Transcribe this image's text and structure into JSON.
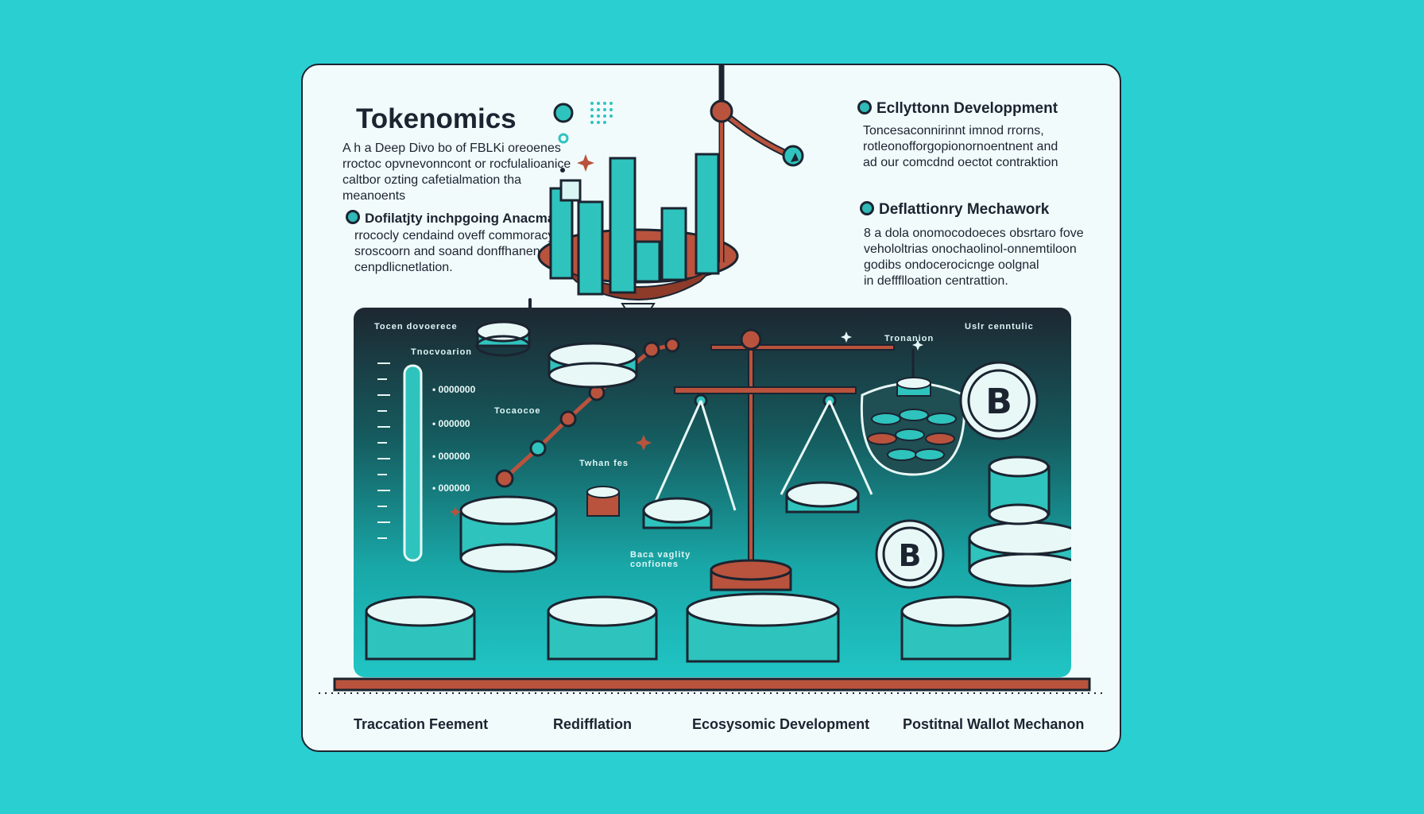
{
  "header": {
    "title": "Tokenomics",
    "intro": "A h a Deep Divo bo of FBLKi oreoenes\nrroctoc opvnevonncont or rocfulalioanice\ncaltbor ozting cafetialmation tha meanoents"
  },
  "left_section": {
    "heading": "Dofilatjty inchpgoing Anacmand",
    "body": "rrococly cendaind oveff commoracy\nsroscoorn and soand donffhanenat and\ncenpdlicnetlation."
  },
  "right_top": {
    "heading": "Ecllyttonn Developpment",
    "body": "Toncesaconnirinnt imnod rrorns,\nrotleonofforgopionornoentnent and\nad our comcdnd oectot contraktion"
  },
  "right_mid": {
    "heading": "Deflattionry Mechawork",
    "body": "8 a dola onomocodoeces obsrtaro fove\nvehololtrias onochaolinol-onnemtiloon\ngodibs ondocerocicnge oolgnal\nin deffflloation centrattion."
  },
  "panel": {
    "label_tl": "Tocen dovoerece",
    "label_gauge": "Tnocvoarion",
    "label_transaction": "Tronanion",
    "label_tr": "Uslr cenntulic",
    "label_mid": "Tocaocoe",
    "label_fee": "Twhan fes",
    "label_back": "Baca vaglity\nconfiones",
    "ticks": [
      "• 0000000",
      "• 000000",
      "• 000000",
      "• 000000"
    ],
    "coin_symbol": "B"
  },
  "footer": {
    "items": [
      "Traccation Feement",
      "Redifflation",
      "Ecosysomic Development",
      "Postitnal Wallot Mechanon"
    ]
  },
  "colors": {
    "background": "#2acfd2",
    "teal": "#2fc3bd",
    "rust": "#b9533d",
    "ink": "#1b2430"
  }
}
